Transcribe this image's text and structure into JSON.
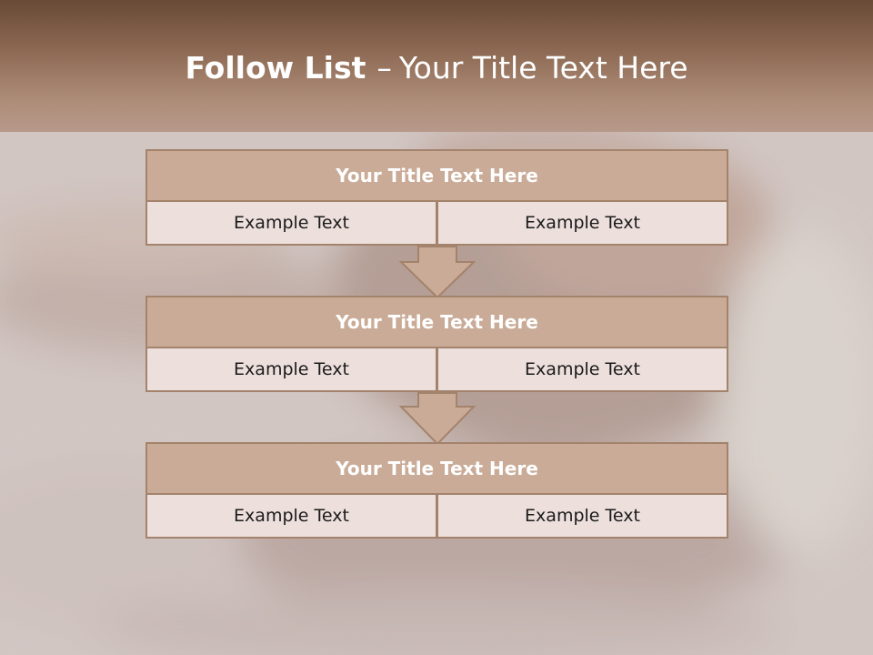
{
  "header": {
    "title_bold": "Follow List",
    "title_separator": "–",
    "title_rest": "Your Title Text Here"
  },
  "blocks": [
    {
      "title": "Your Title Text Here",
      "left": "Example Text",
      "right": "Example Text"
    },
    {
      "title": "Your Title Text Here",
      "left": "Example Text",
      "right": "Example Text"
    },
    {
      "title": "Your Title Text Here",
      "left": "Example Text",
      "right": "Example Text"
    }
  ],
  "colors": {
    "header_dark": "#684a36",
    "header_light": "#b7998a",
    "block_title_fill": "#c9ab97",
    "block_border": "#a4836c",
    "cell_fill": "#ecdfdc"
  }
}
